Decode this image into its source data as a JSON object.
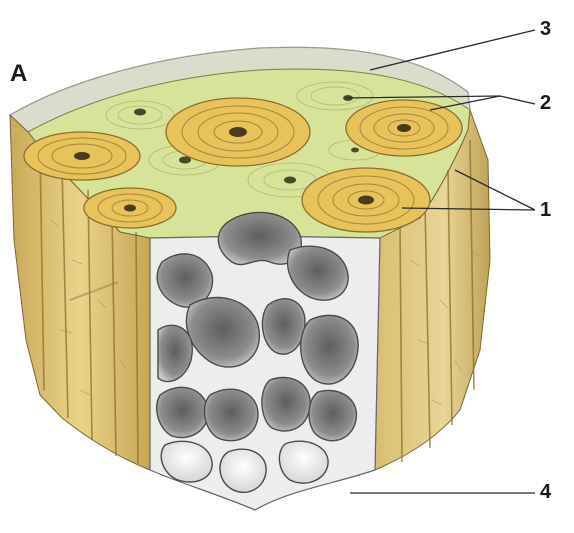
{
  "figure": {
    "panel_letter": "A",
    "labels": {
      "one": "1",
      "two": "2",
      "three": "3",
      "four": "4"
    },
    "colors": {
      "osteon_yellow": "#e8c25a",
      "osteon_ring": "#a8863a",
      "interstitial_green": "#d8e39a",
      "bone_side": "#d9c17a",
      "periosteum": "#dcdccc",
      "spongy_gray": "#7d7d7d",
      "spongy_light": "#eeeeee",
      "line": "#2a2a2a"
    }
  }
}
